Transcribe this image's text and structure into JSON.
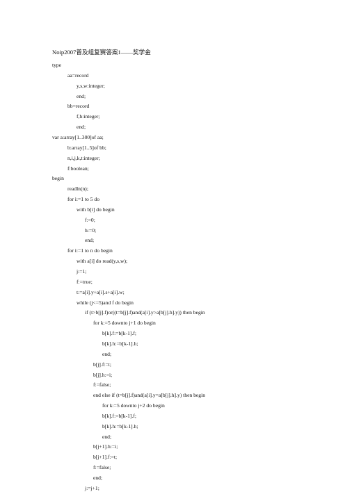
{
  "document": {
    "title": "Noip2007普及组复赛答案1——奖学金",
    "lines": [
      {
        "text": "type",
        "indent": 0
      },
      {
        "text": "aa=record",
        "indent": 1
      },
      {
        "text": "y,s,w:integer;",
        "indent": 2
      },
      {
        "text": "end;",
        "indent": 2
      },
      {
        "text": "bb=record",
        "indent": 1
      },
      {
        "text": "f,h:integer;",
        "indent": 2
      },
      {
        "text": "end;",
        "indent": 2
      },
      {
        "text": "var a:array[1..300]of aa;",
        "indent": 0
      },
      {
        "text": "b:array[1..5]of bb;",
        "indent": 1
      },
      {
        "text": "n,i,j,k,t:integer;",
        "indent": 1
      },
      {
        "text": "f:boolean;",
        "indent": 1
      },
      {
        "text": "begin",
        "indent": 0
      },
      {
        "text": "readln(n);",
        "indent": 1
      },
      {
        "text": "for i:=1 to 5 do",
        "indent": 1
      },
      {
        "text": "with b[i] do begin",
        "indent": 2
      },
      {
        "text": "f:=0;",
        "indent": 3
      },
      {
        "text": "h:=0;",
        "indent": 3
      },
      {
        "text": "end;",
        "indent": 3
      },
      {
        "text": "for i:=1 to n do begin",
        "indent": 1
      },
      {
        "text": "with a[i] do read(y,s,w);",
        "indent": 2
      },
      {
        "text": "j:=1;",
        "indent": 2
      },
      {
        "text": "f:=true;",
        "indent": 2
      },
      {
        "text": "t:=a[i].y+a[i].s+a[i].w;",
        "indent": 2
      },
      {
        "text": "while (j<=5)and f do begin",
        "indent": 2
      },
      {
        "text": "if (t>b[j].f)or((t=b[j].f)and(a[i].y>a[b[j].h].y)) then begin",
        "indent": 3
      },
      {
        "text": "for k:=5 downto j+1 do begin",
        "indent": 4
      },
      {
        "text": "b[k].f:=b[k-1].f;",
        "indent": 5
      },
      {
        "text": "b[k].h:=b[k-1].h;",
        "indent": 5
      },
      {
        "text": "end;",
        "indent": 5
      },
      {
        "text": "b[j].f:=t;",
        "indent": 4
      },
      {
        "text": "b[j].h:=i;",
        "indent": 4
      },
      {
        "text": "f:=false;",
        "indent": 4
      },
      {
        "text": "end else if (t=b[j].f)and(a[i].y=a[b[j].h].y) then begin",
        "indent": 4
      },
      {
        "text": "for k:=5 downto j+2 do begin",
        "indent": 5
      },
      {
        "text": "b[k].f:=b[k-1].f;",
        "indent": 5
      },
      {
        "text": "b[k].h:=b[k-1].h;",
        "indent": 5
      },
      {
        "text": "end;",
        "indent": 5
      },
      {
        "text": "b[j+1].h:=i;",
        "indent": 4
      },
      {
        "text": "b[j+1].f:=t;",
        "indent": 4
      },
      {
        "text": "f:=false;",
        "indent": 4
      },
      {
        "text": "end;",
        "indent": 4
      },
      {
        "text": "j:=j+1;",
        "indent": 3
      }
    ]
  }
}
